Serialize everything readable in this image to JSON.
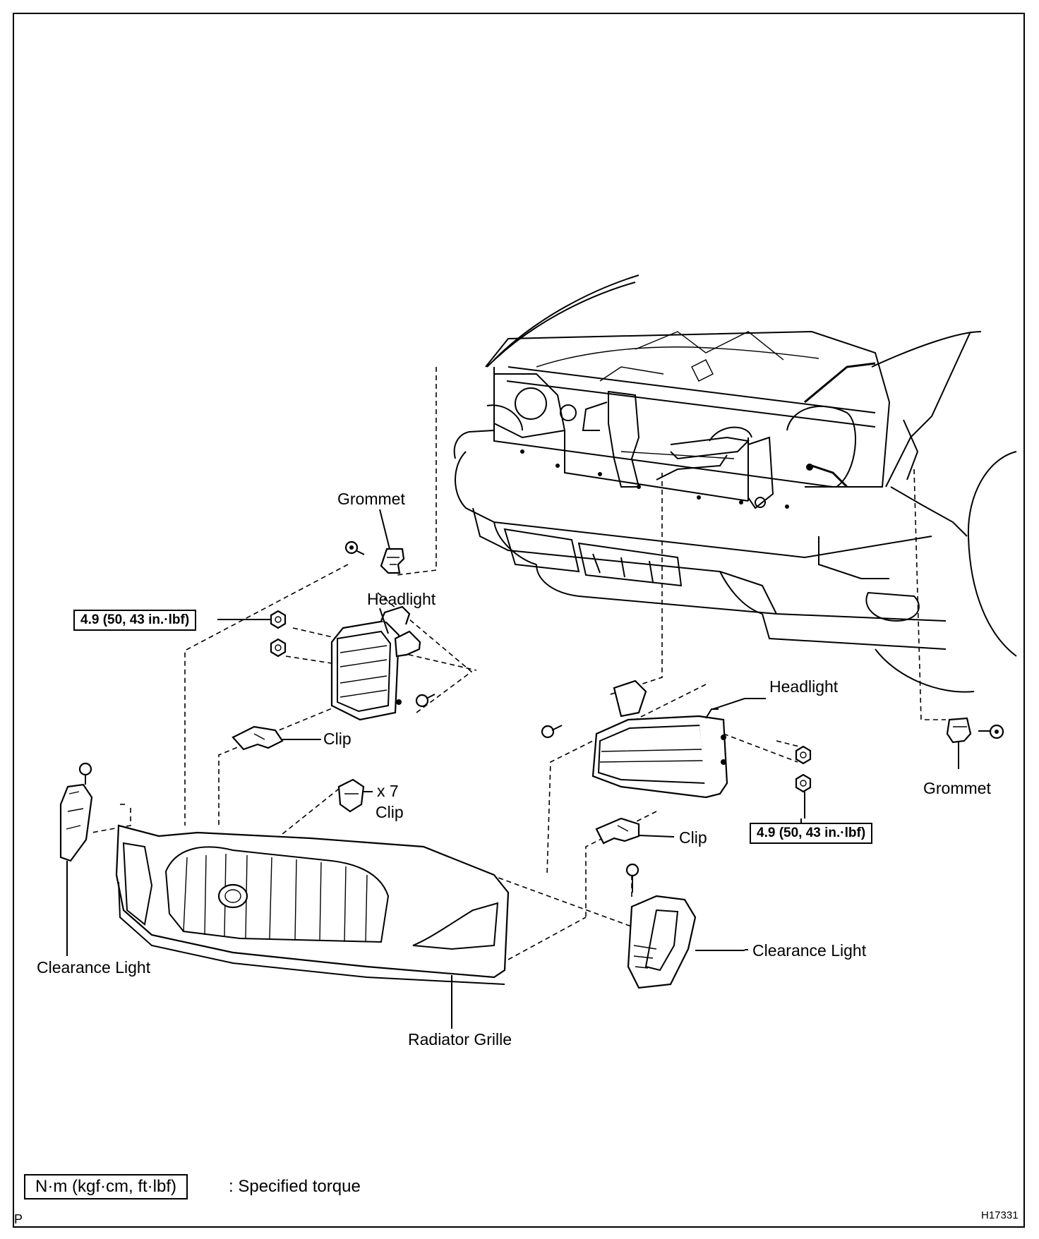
{
  "labels": {
    "grommet_left": "Grommet",
    "headlight_left": "Headlight",
    "torque_left": "4.9 (50, 43 in.·lbf)",
    "clip_left": "Clip",
    "clip_multi_count": "x 7",
    "clip_multi": "Clip",
    "clearance_light_left": "Clearance Light",
    "radiator_grille": "Radiator Grille",
    "headlight_right": "Headlight",
    "grommet_right": "Grommet",
    "torque_right": "4.9 (50, 43 in.·lbf)",
    "clip_right": "Clip",
    "clearance_light_right": "Clearance Light"
  },
  "legend": {
    "unit_box": "N·m (kgf·cm, ft·lbf)",
    "meaning": ": Specified torque"
  },
  "figure_id": "H17331",
  "corner_mark": "P"
}
